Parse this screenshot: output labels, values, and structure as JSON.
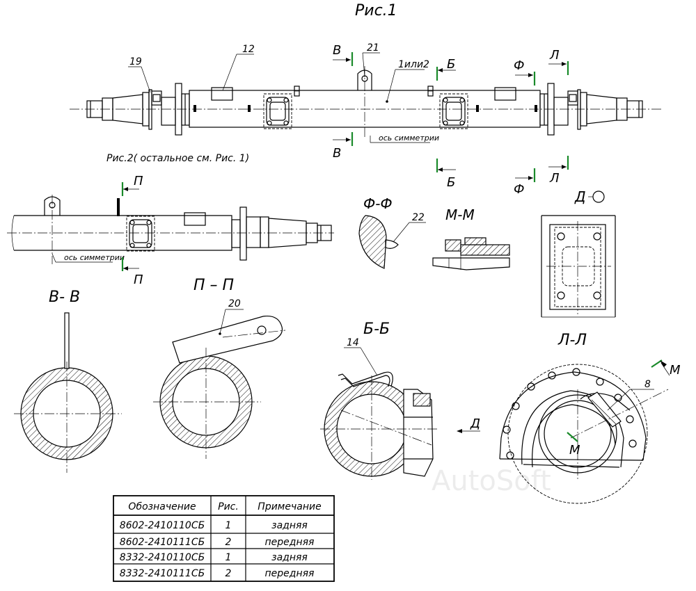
{
  "titles": {
    "fig1": "Рис.1",
    "fig2": "Рис.2( остальное см. Рис. 1)"
  },
  "section_labels": {
    "v": "В",
    "b": "Б",
    "f": "Ф",
    "l": "Л",
    "p": "П",
    "d": "Д",
    "m": "М"
  },
  "view_titles": {
    "ff": "Ф-Ф",
    "mm": "М-М",
    "d": "Д",
    "vv": "В- В",
    "pp": "П – П",
    "bb": "Б-Б",
    "ll": "Л-Л"
  },
  "callouts": {
    "c19": "19",
    "c12": "12",
    "c21": "21",
    "c1or2": "1или2",
    "c22": "22",
    "c20": "20",
    "c14": "14",
    "c8": "8"
  },
  "notes": {
    "symmetry_axis": "ось симметрии"
  },
  "table": {
    "headers": [
      "Обозначение",
      "Рис.",
      "Примечание"
    ],
    "rows": [
      [
        "8602-2410110СБ",
        "1",
        "задняя"
      ],
      [
        "8602-2410111СБ",
        "2",
        "передняя"
      ],
      [
        "8332-2410110СБ",
        "1",
        "задняя"
      ],
      [
        "8332-2410111СБ",
        "2",
        "передняя"
      ]
    ]
  },
  "watermark": "AutoSoft"
}
